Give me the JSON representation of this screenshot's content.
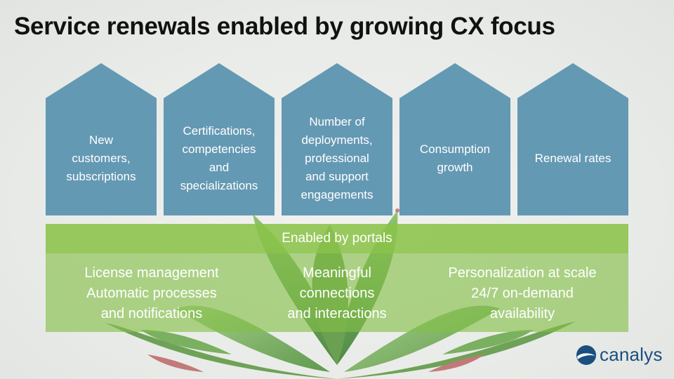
{
  "slide": {
    "title": "Service renewals enabled by growing CX focus"
  },
  "metrics": [
    {
      "lines": [
        "New",
        "customers,",
        "subscriptions"
      ]
    },
    {
      "lines": [
        "Certifications,",
        "competencies",
        "and",
        "specializations"
      ]
    },
    {
      "lines": [
        "Number of",
        "deployments,",
        "professional",
        "and support",
        "engagements"
      ]
    },
    {
      "lines": [
        "Consumption",
        "growth"
      ]
    },
    {
      "lines": [
        "Renewal rates"
      ]
    }
  ],
  "portals": {
    "header": "Enabled by portals",
    "columns": [
      {
        "lines": [
          "License management",
          "Automatic processes",
          "and notifications"
        ]
      },
      {
        "lines": [
          "Meaningful",
          "connections",
          "and interactions"
        ]
      },
      {
        "lines": [
          "Personalization at scale",
          "24/7 on-demand",
          "availability"
        ]
      }
    ]
  },
  "logo": {
    "text": "canalys"
  },
  "colors": {
    "house": "#6499b3",
    "portal_header": "#8bc34a",
    "portal_body": "#82be46",
    "logo": "#1a4f80",
    "title": "#111111"
  }
}
